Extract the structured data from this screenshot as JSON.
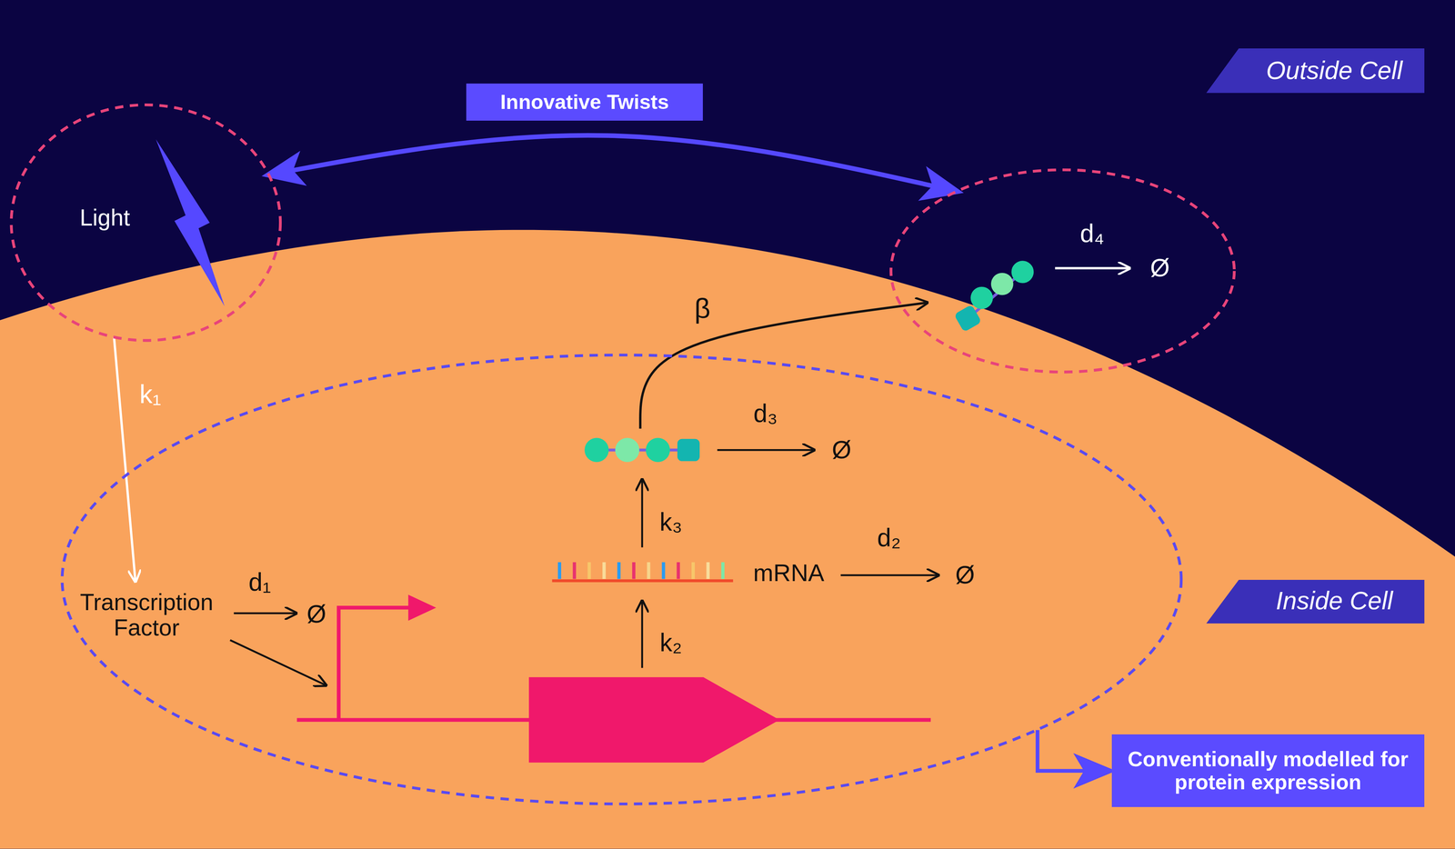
{
  "diagram": {
    "nodes": [
      {
        "text": [
          "Outside Cell"
        ]
      },
      {
        "text": [
          "Light"
        ]
      },
      {
        "text": [
          "d₄",
          "Ø"
        ]
      },
      {
        "text": [
          "Transcription Factor",
          "d₁",
          "Ø",
          "k₂",
          "mRNA",
          "d₂",
          "Ø",
          "k₃",
          "d₃",
          "Ø"
        ]
      },
      {
        "text": [
          "Inside Cell"
        ]
      },
      {
        "text": [
          "Conventionally modelled for protein expression"
        ]
      }
    ],
    "edges": [
      {
        "from": 1,
        "to": 2,
        "label": "Innovative Twists",
        "arrow": "both"
      },
      {
        "from": 1,
        "to": 3,
        "label": "k₁",
        "arrow": "to"
      },
      {
        "from": 3,
        "to": 2,
        "label": "β",
        "arrow": "to"
      },
      {
        "from": 3,
        "to": 5,
        "arrow": "to"
      }
    ]
  }
}
